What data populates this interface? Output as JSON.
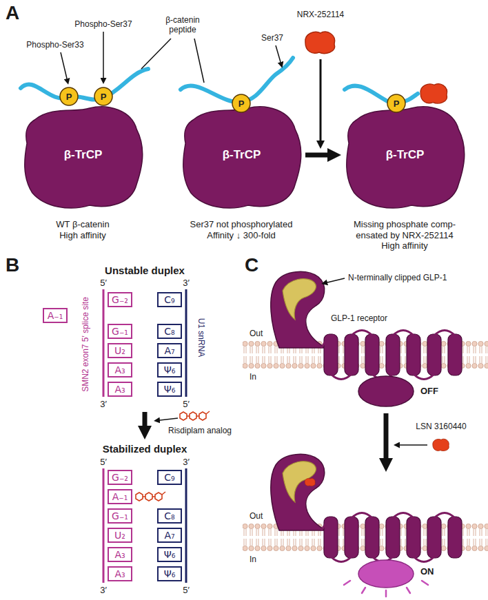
{
  "diagram": {
    "nodes": [
      {
        "text": [
          "P"
        ]
      },
      {
        "text": [
          "P"
        ]
      },
      {
        "text": [
          "β-TrCP"
        ]
      },
      {
        "text": [
          "P"
        ]
      },
      {
        "text": [
          "β-TrCP"
        ]
      },
      {
        "text": [
          "P"
        ]
      },
      {
        "text": [
          "β-TrCP"
        ]
      },
      {
        "text": [
          "G₋₂"
        ]
      },
      {
        "text": [
          "C₉"
        ]
      },
      {
        "text": [
          "A₋₁"
        ]
      },
      {
        "text": [
          "G₋₁"
        ]
      },
      {
        "text": [
          "C₈"
        ]
      },
      {
        "text": [
          "U₂"
        ]
      },
      {
        "text": [
          "A₇"
        ]
      },
      {
        "text": [
          "A₃"
        ]
      },
      {
        "text": [
          "Ψ₆"
        ]
      },
      {
        "text": [
          "A₃"
        ]
      },
      {
        "text": [
          "Ψ₆"
        ]
      },
      {
        "text": [
          "G₋₂"
        ]
      },
      {
        "text": [
          "C₉"
        ]
      },
      {
        "text": [
          "A₋₁"
        ]
      },
      {
        "text": [
          "G₋₁"
        ]
      },
      {
        "text": [
          "C₈"
        ]
      },
      {
        "text": [
          "U₂"
        ]
      },
      {
        "text": [
          "A₇"
        ]
      },
      {
        "text": [
          "A₃"
        ]
      },
      {
        "text": [
          "Ψ₆"
        ]
      },
      {
        "text": [
          "A₃"
        ]
      },
      {
        "text": [
          "Ψ₆"
        ]
      }
    ],
    "edges": [
      {
        "from": 4,
        "to": 6,
        "arrow": "to"
      }
    ],
    "labels": [
      "A",
      "Phospho-Ser37",
      "Phospho-Ser33",
      "β-catenin peptide",
      "Ser37",
      "NRX-252114",
      "WT β-catenin High affinity",
      "Ser37 not phosphorylated Affinity ↓ 300-fold",
      "Missing phosphate comp- ensated by NRX-252114 High affinity",
      "B",
      "Unstable duplex",
      "5′",
      "3′",
      "SMN2 exon7 5′ splice site",
      "U1 snRNA",
      "3′",
      "5′",
      "Risdiplam analog",
      "Stabilized duplex",
      "5′",
      "3′",
      "3′",
      "5′",
      "C",
      "N-terminally clipped GLP-1",
      "GLP-1 receptor",
      "Out",
      "In",
      "OFF",
      "LSN 3160440",
      "Out",
      "In",
      "ON"
    ]
  }
}
